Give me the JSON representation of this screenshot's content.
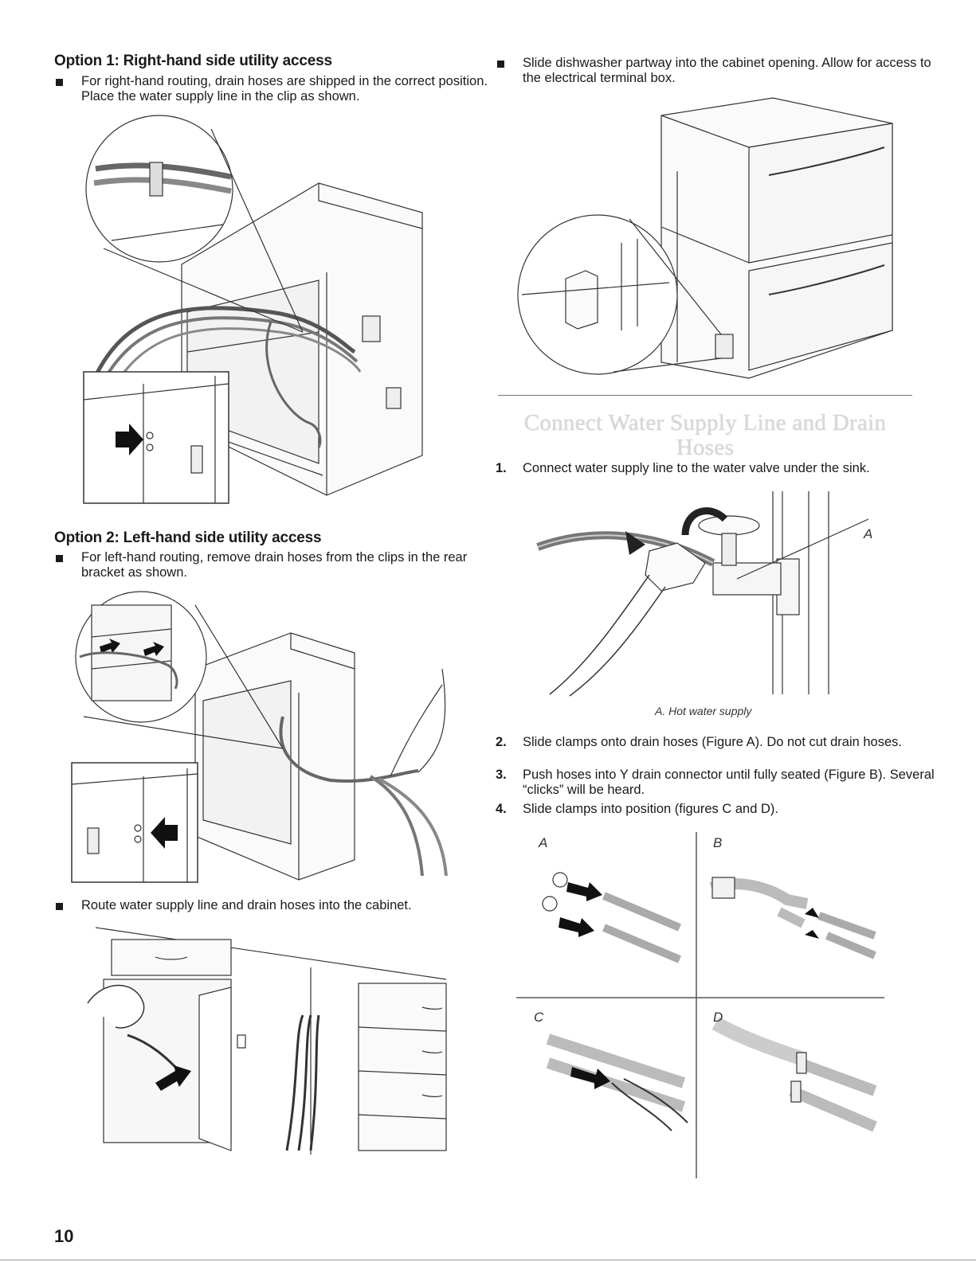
{
  "option1": {
    "heading": "Option 1: Right-hand side utility access",
    "bullet": "For right-hand routing, drain hoses are shipped in the correct position. Place the water supply line in the clip as shown."
  },
  "option2": {
    "heading": "Option 2: Left-hand side utility access",
    "bullet": "For left-hand routing, remove drain hoses from the clips in the rear bracket as shown."
  },
  "route_bullet": "Route water supply line and drain hoses into the cabinet.",
  "slide_bullet": "Slide dishwasher partway into the cabinet opening. Allow for access to the electrical terminal box.",
  "section": {
    "title": "Connect Water Supply Line and Drain Hoses"
  },
  "steps": [
    {
      "num": "1.",
      "text": "Connect water supply line to the water valve under the sink."
    },
    {
      "num": "2.",
      "text": "Slide clamps onto drain hoses (Figure A). Do not cut drain hoses."
    },
    {
      "num": "3.",
      "text": "Push hoses into Y drain connector until fully seated (Figure B). Several “clicks” will be heard."
    },
    {
      "num": "4.",
      "text": "Slide clamps into position (figures C and D)."
    }
  ],
  "valve_figure": {
    "callout": "A",
    "caption": "A. Hot water supply"
  },
  "clamp_figures": {
    "labels": [
      "A",
      "B",
      "C",
      "D"
    ]
  },
  "page_number": "10"
}
